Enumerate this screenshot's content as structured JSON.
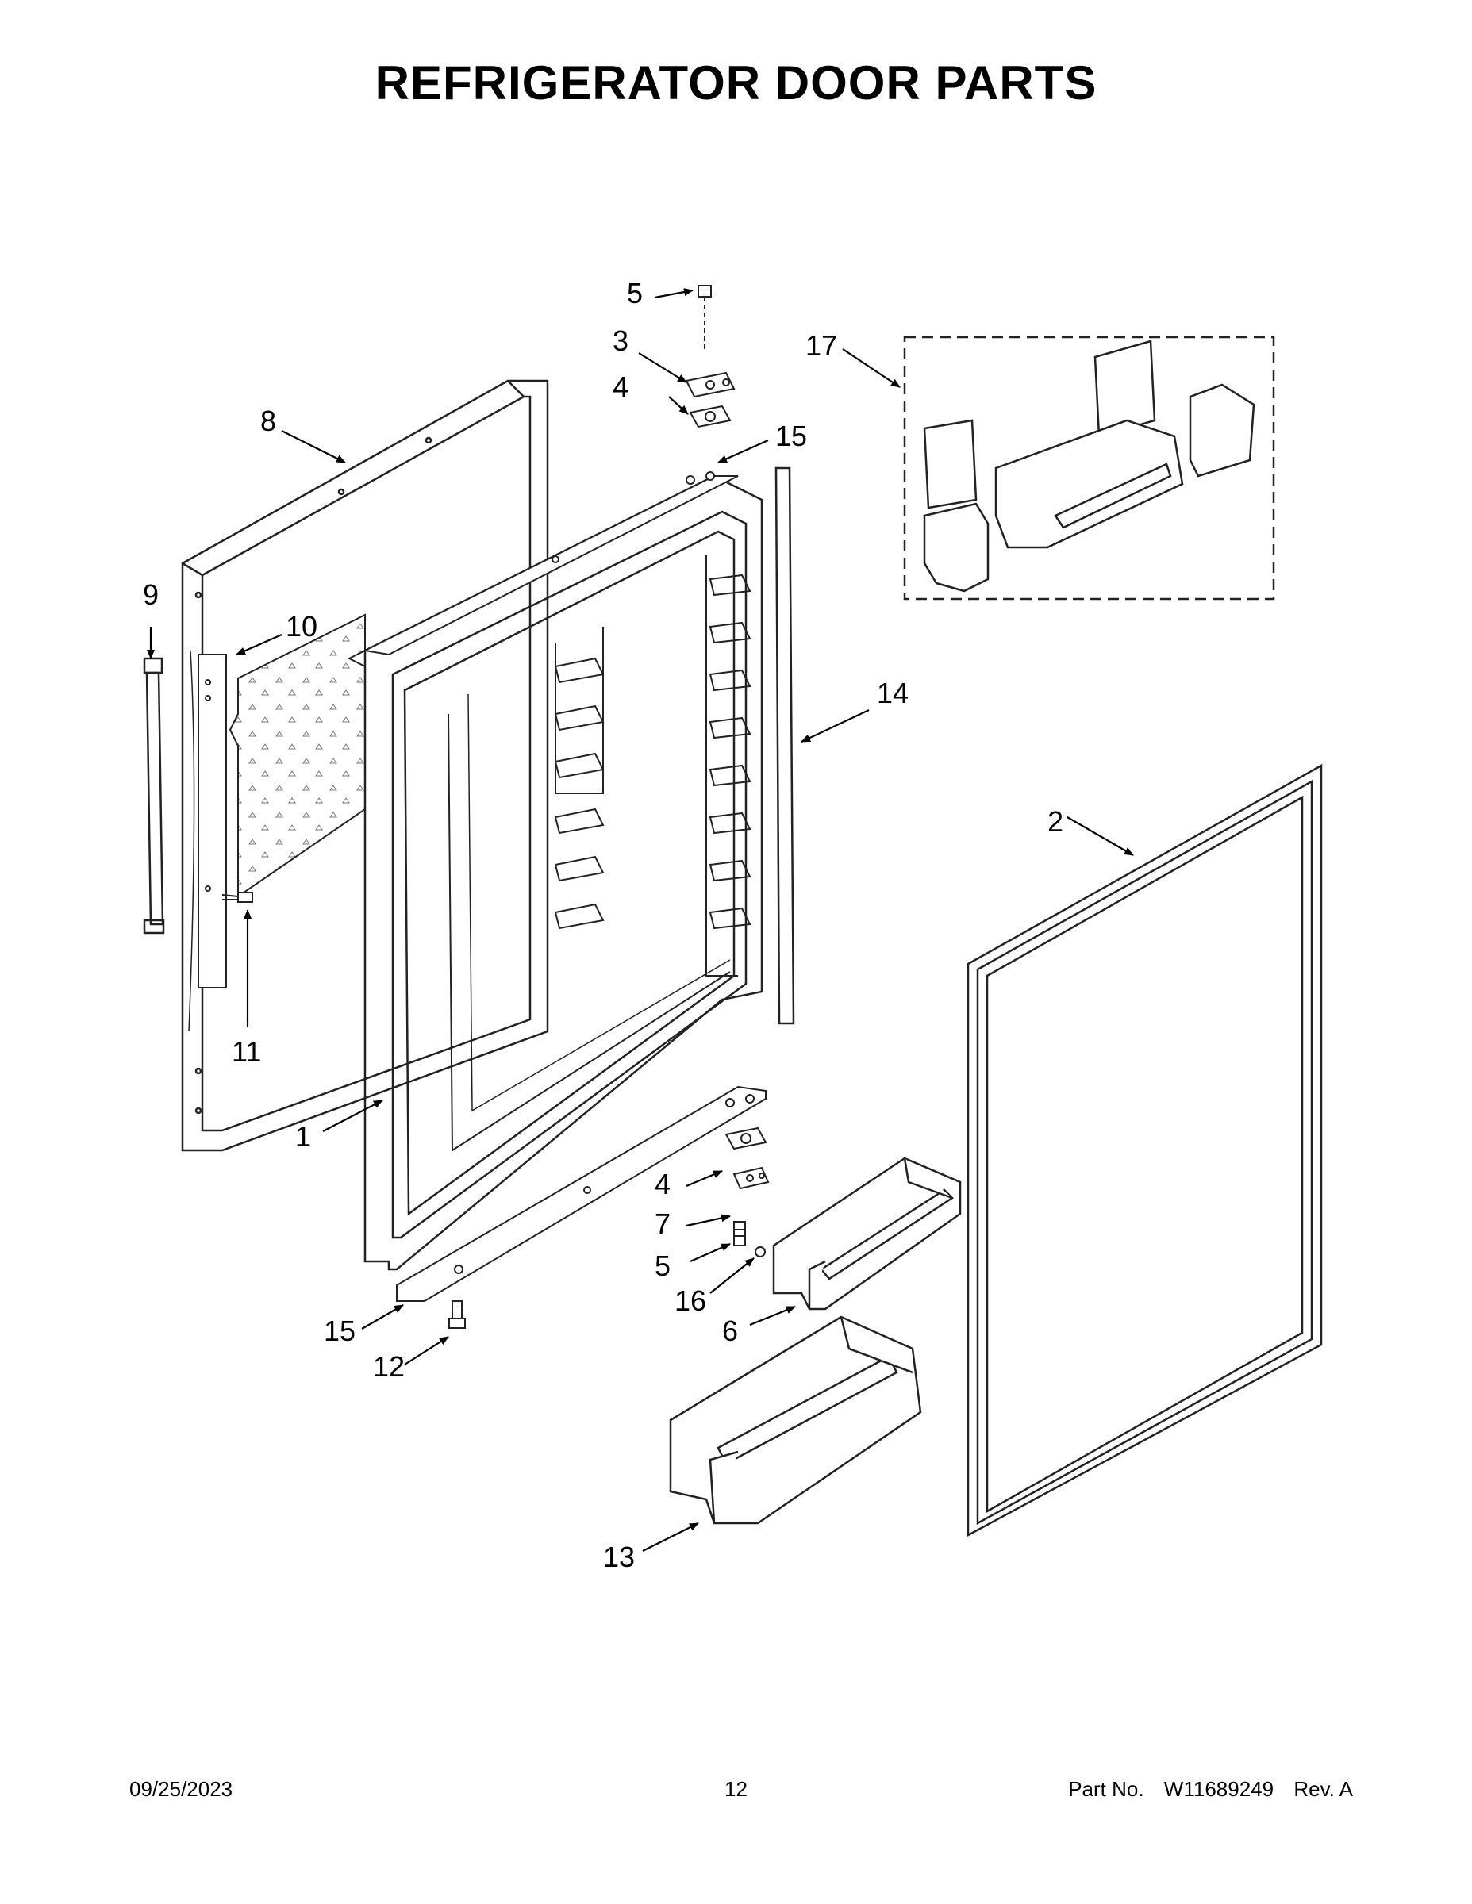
{
  "title": "REFRIGERATOR DOOR PARTS",
  "callouts": {
    "c1": "1",
    "c2": "2",
    "c3": "3",
    "c4_top": "4",
    "c4_bot": "4",
    "c5_top": "5",
    "c5_bot": "5",
    "c6": "6",
    "c7": "7",
    "c8": "8",
    "c9": "9",
    "c10": "10",
    "c11": "11",
    "c12": "12",
    "c13": "13",
    "c14": "14",
    "c15_top": "15",
    "c15_bot": "15",
    "c16": "16",
    "c17": "17"
  },
  "footer": {
    "date": "09/25/2023",
    "page": "12",
    "part_label": "Part No.",
    "part_number": "W11689249",
    "revision": "Rev. A"
  }
}
